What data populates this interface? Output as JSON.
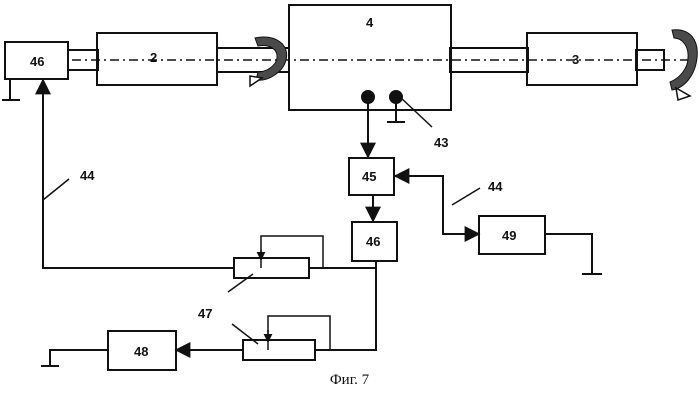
{
  "diagram": {
    "labels": {
      "block_46_left": "46",
      "shaft_block_2": "2",
      "center_block_4": "4",
      "shaft_block_3": "3",
      "terminal_43": "43",
      "line_44_left": "44",
      "block_45": "45",
      "line_44_right": "44",
      "block_46_mid": "46",
      "block_49": "49",
      "label_47": "47",
      "block_48": "48"
    }
  },
  "caption": "Фиг. 7",
  "colors": {
    "stroke": "#111111",
    "arrow_fill": "#444444"
  }
}
